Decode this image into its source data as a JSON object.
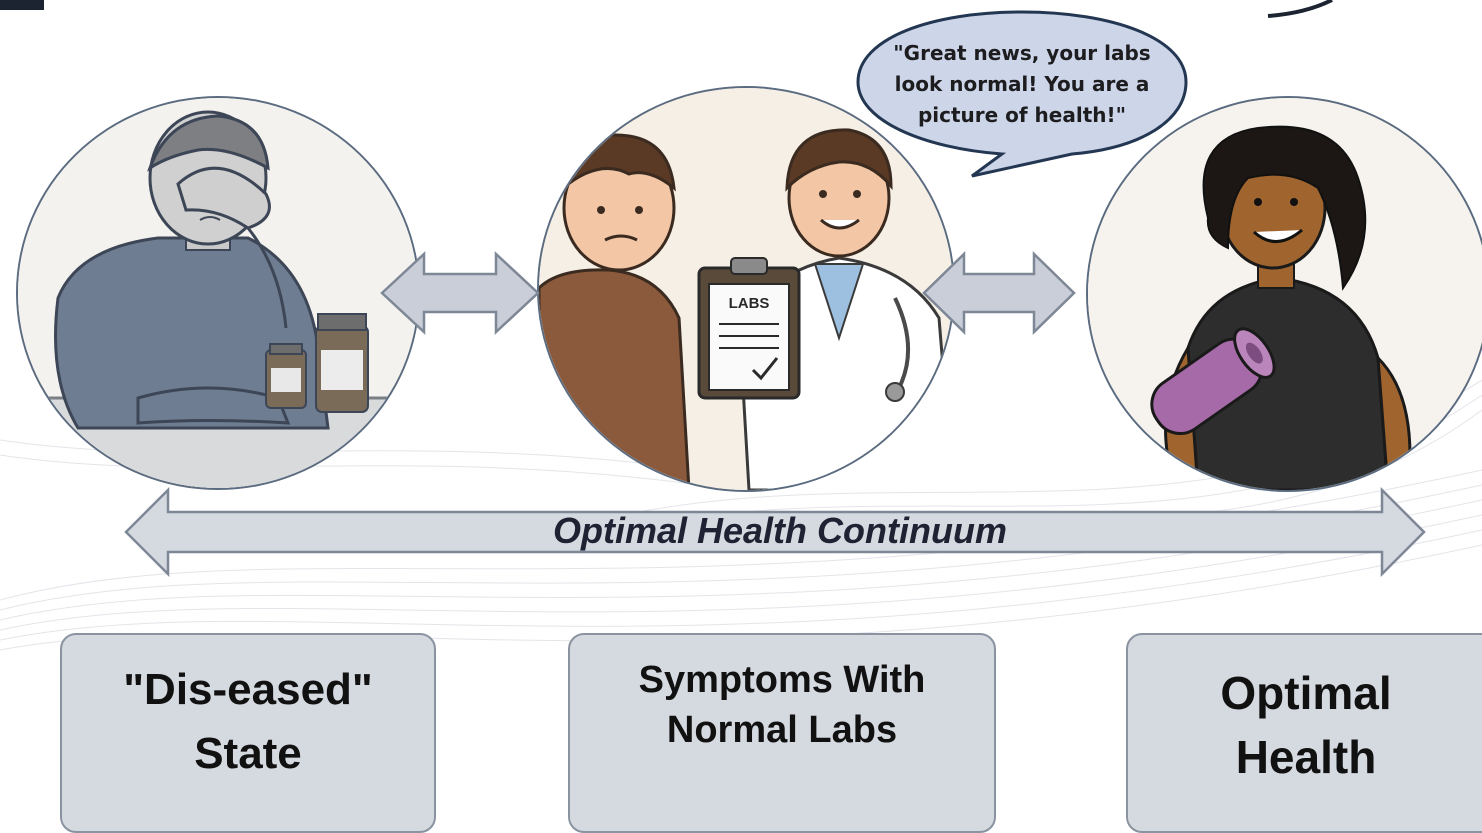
{
  "speech_bubble": {
    "text": "\"Great news, your labs\nlook normal! You are a\npicture of health!\""
  },
  "clipboard": {
    "label": "LABS"
  },
  "continuum": {
    "label": "Optimal Health Continuum"
  },
  "stages": [
    {
      "label": "\"Dis-eased\"\nState"
    },
    {
      "label": "Symptoms With\nNormal Labs"
    },
    {
      "label": "Optimal\nHealth"
    }
  ],
  "colors": {
    "arrow_fill": "#c9ced8",
    "arrow_stroke": "#7d8796",
    "box_fill": "#d5d9e0",
    "speech_fill": "#cdd5e8",
    "circle_border": "#5b6b80"
  }
}
